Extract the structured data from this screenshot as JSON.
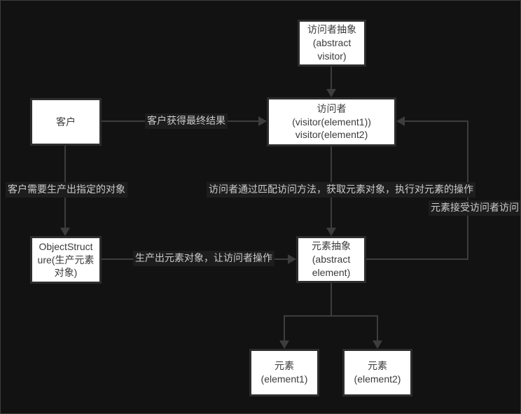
{
  "diagram": {
    "title": "visitor-pattern-diagram",
    "colors": {
      "canvas_bg": "#121212",
      "canvas_border": "#3e3e3e",
      "node_fill": "#ffffff",
      "node_border": "#2d2d2d",
      "node_text": "#3b3b3b",
      "connector": "#3d3d3d",
      "edge_label_text": "#cccccc",
      "edge_label_bg": "#1d1d1d"
    },
    "nodes": {
      "abstract_visitor": {
        "label": "访问者抽象\n(abstract\nvisitor)"
      },
      "visitor": {
        "label": "访问者\n(visitor(element1))\nvisitor(element2)"
      },
      "client": {
        "label": "客户"
      },
      "object_structure": {
        "label": "ObjectStruct\nure(生产元素\n对象)"
      },
      "abstract_element": {
        "label": "元素抽象\n(abstract\nelement)"
      },
      "element1": {
        "label": "元素\n(element1)"
      },
      "element2": {
        "label": "元素\n(element2)"
      }
    },
    "edge_labels": {
      "client_to_visitor": "客户获得最终结果",
      "client_to_objectstructure": "客户需要生产出指定的对象",
      "objectstructure_to_element": "生产出元素对象，让访问者操作",
      "visitor_to_element": "访问者通过匹配访问方法，获取元素对象，执行对元素的操作",
      "element_to_visitor": "元素接受访问者访问"
    }
  }
}
